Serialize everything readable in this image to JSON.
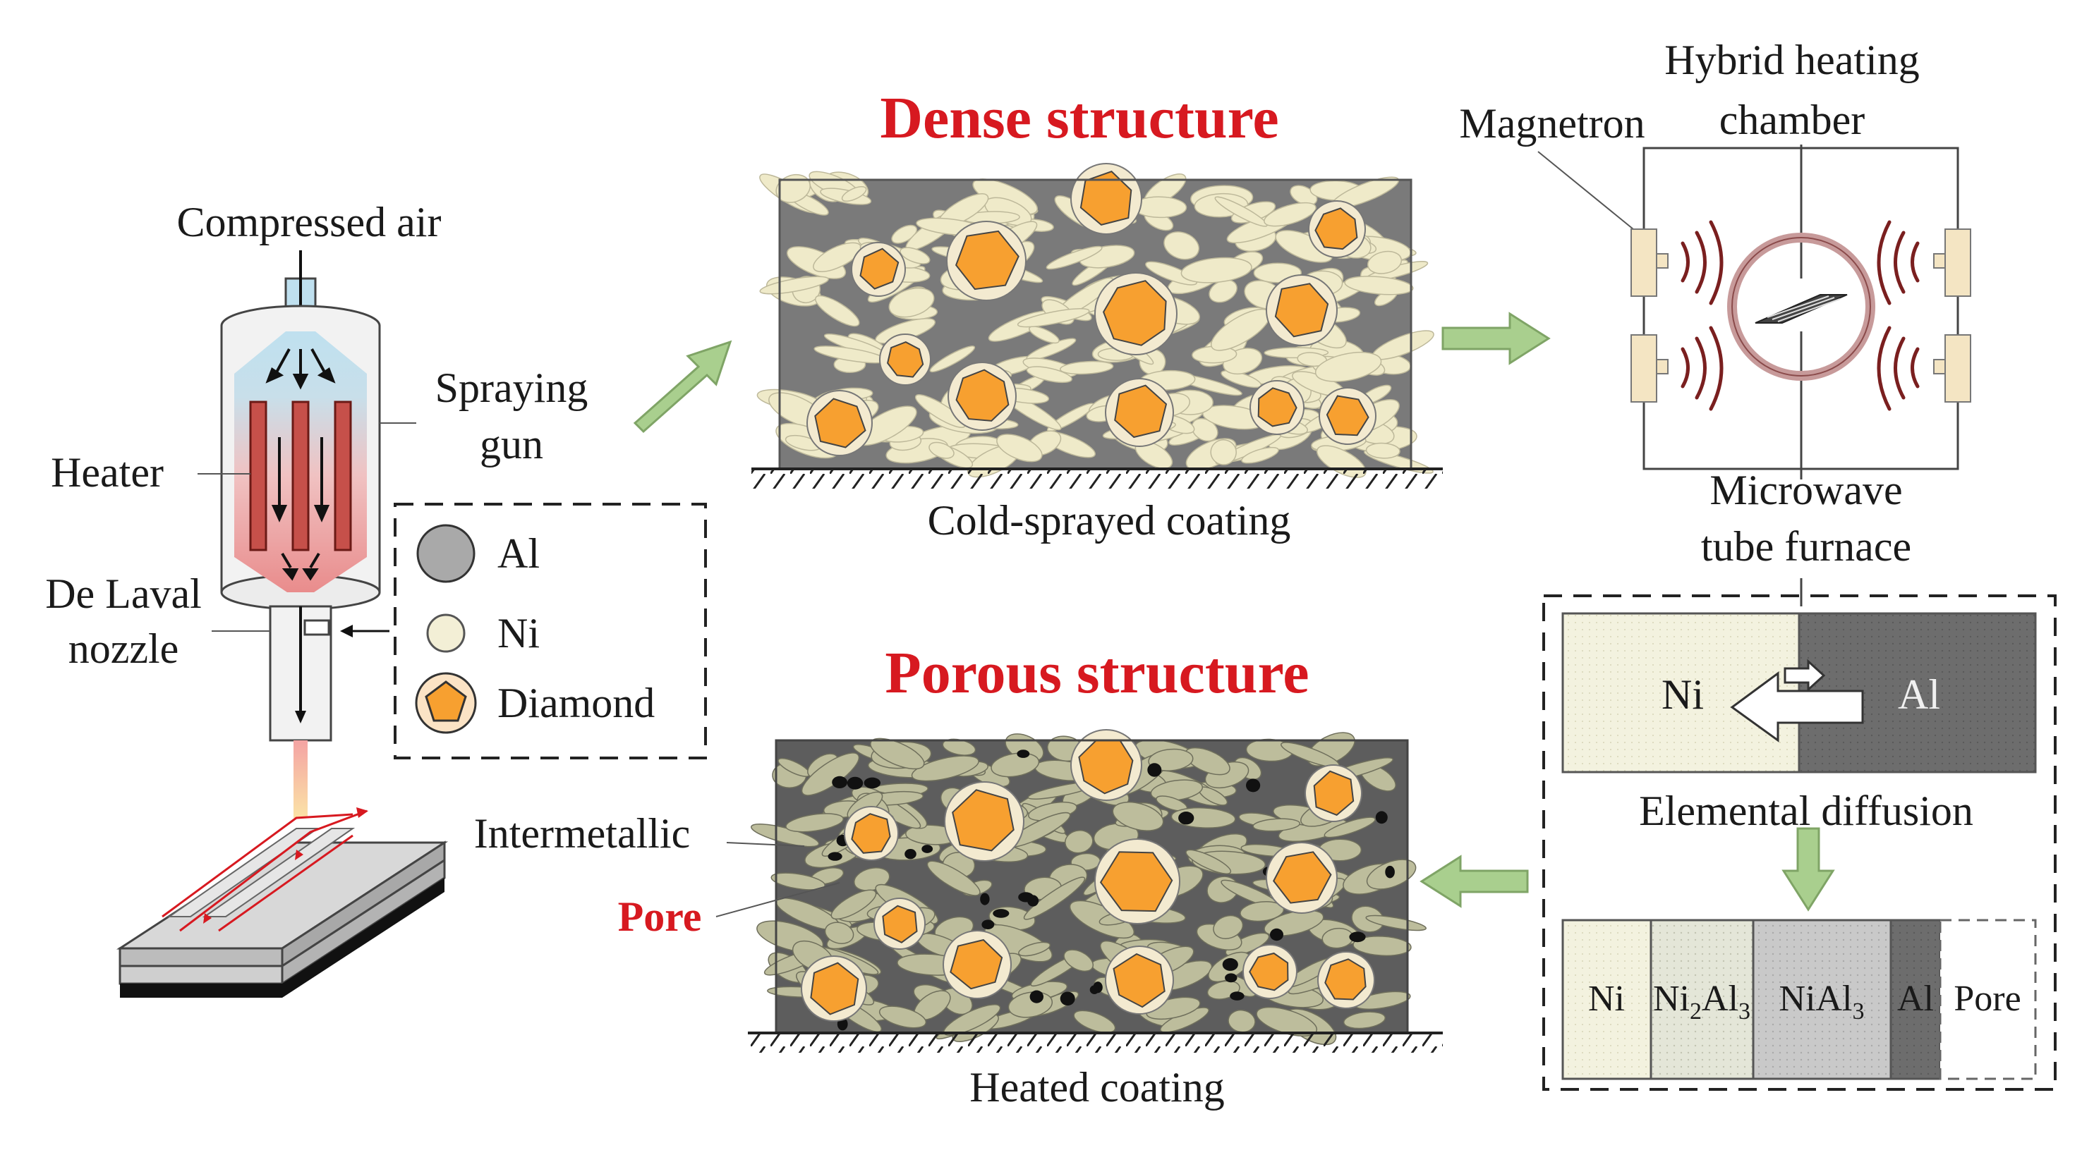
{
  "spray": {
    "compressed_air": "Compressed air",
    "spraying_gun_line1": "Spraying",
    "spraying_gun_line2": "gun",
    "heater": "Heater",
    "nozzle_line1": "De Laval",
    "nozzle_line2": "nozzle"
  },
  "legend": {
    "al": "Al",
    "ni": "Ni",
    "diamond": "Diamond"
  },
  "dense": {
    "title": "Dense structure",
    "caption": "Cold-sprayed coating"
  },
  "porous": {
    "title": "Porous structure",
    "caption": "Heated coating",
    "intermetallic": "Intermetallic",
    "pore": "Pore"
  },
  "furnace": {
    "chamber_line1": "Hybrid heating",
    "chamber_line2": "chamber",
    "magnetron": "Magnetron",
    "tube_line1": "Microwave",
    "tube_line2": "tube furnace"
  },
  "diffusion": {
    "ni": "Ni",
    "al": "Al",
    "caption": "Elemental diffusion",
    "phases": {
      "ni": "Ni",
      "ni2al3_base": "Ni",
      "ni2al3_sub1": "2",
      "ni2al3_mid": "Al",
      "ni2al3_sub2": "3",
      "nial3_base": "NiAl",
      "nial3_sub": "3",
      "al": "Al",
      "pore": "Pore"
    }
  },
  "colors": {
    "red": "#d71920",
    "diamond": "#f7a030",
    "matrix": "#7a7a7a",
    "ni_particle": "#efeac9",
    "intermetallic": "#bdbd9c",
    "arrow_green": "#a9cf8e"
  }
}
